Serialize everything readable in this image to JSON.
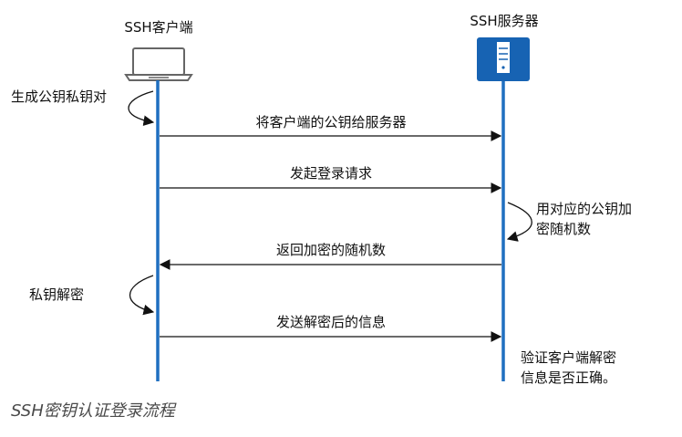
{
  "participants": {
    "client": {
      "label": "SSH客户端",
      "icon": "laptop-icon"
    },
    "server": {
      "label": "SSH服务器",
      "icon": "server-icon"
    }
  },
  "self_steps": [
    {
      "id": "generate-keypair",
      "label": "生成公钥私钥对",
      "side": "client"
    },
    {
      "id": "encrypt-random",
      "lines": [
        "用对应的公钥加",
        "密随机数"
      ],
      "side": "server"
    },
    {
      "id": "private-decrypt",
      "label": "私钥解密",
      "side": "client"
    }
  ],
  "messages": [
    {
      "label": "将客户端的公钥给服务器",
      "from": "client",
      "to": "server"
    },
    {
      "label": "发起登录请求",
      "from": "client",
      "to": "server"
    },
    {
      "label": "返回加密的随机数",
      "from": "server",
      "to": "client"
    },
    {
      "label": "发送解密后的信息",
      "from": "client",
      "to": "server"
    }
  ],
  "server_verify": {
    "lines": [
      "验证客户端解密",
      "信息是否正确。"
    ]
  },
  "caption": "SSH密钥认证登录流程",
  "colors": {
    "lifeline": "#1f6fc0",
    "server_icon": "#1763b3",
    "arrow": "#111111",
    "text": "#111111",
    "caption": "#4a4a4a"
  }
}
